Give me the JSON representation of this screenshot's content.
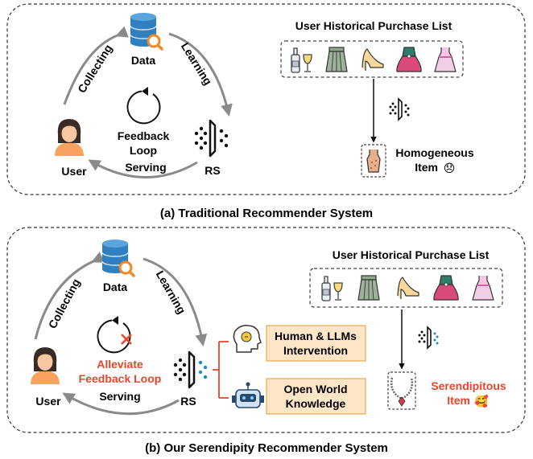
{
  "panel_a": {
    "data": "Data",
    "collecting": "Collecting",
    "learning": "Learning",
    "serving": "Serving",
    "user": "User",
    "rs": "RS",
    "loop_line1": "Feedback",
    "loop_line2": "Loop",
    "list_title": "User Historical Purchase List",
    "result_line1": "Homogeneous",
    "result_line2": "Item",
    "result_emoji": "😞",
    "caption": "(a) Traditional Recommender System"
  },
  "panel_b": {
    "data": "Data",
    "collecting": "Collecting",
    "learning": "Learning",
    "serving": "Serving",
    "user": "User",
    "rs": "RS",
    "loop_line1": "Alleviate",
    "loop_line2": "Feedback Loop",
    "list_title": "User Historical Purchase List",
    "box1_line1": "Human & LLMs",
    "box1_line2": "Intervention",
    "box2_line1": "Open World",
    "box2_line2": "Knowledge",
    "result_line1": "Serendipitous",
    "result_line2": "Item",
    "result_emoji": "🥰",
    "caption": "(b) Our Serendipity Recommender System"
  },
  "icons": [
    "database-icon",
    "user-icon",
    "rs-model-icon",
    "bottle-icon",
    "skirt-icon",
    "heel-icon",
    "gown-icon",
    "dress-icon",
    "brain-icon",
    "robot-icon",
    "necklace-icon"
  ],
  "colors": {
    "accent_red": "#e8452c",
    "box_fill": "#fde6c8",
    "box_stroke": "#e8a84c",
    "db_blue": "#2f7fc1",
    "skin": "#f5b17a"
  }
}
